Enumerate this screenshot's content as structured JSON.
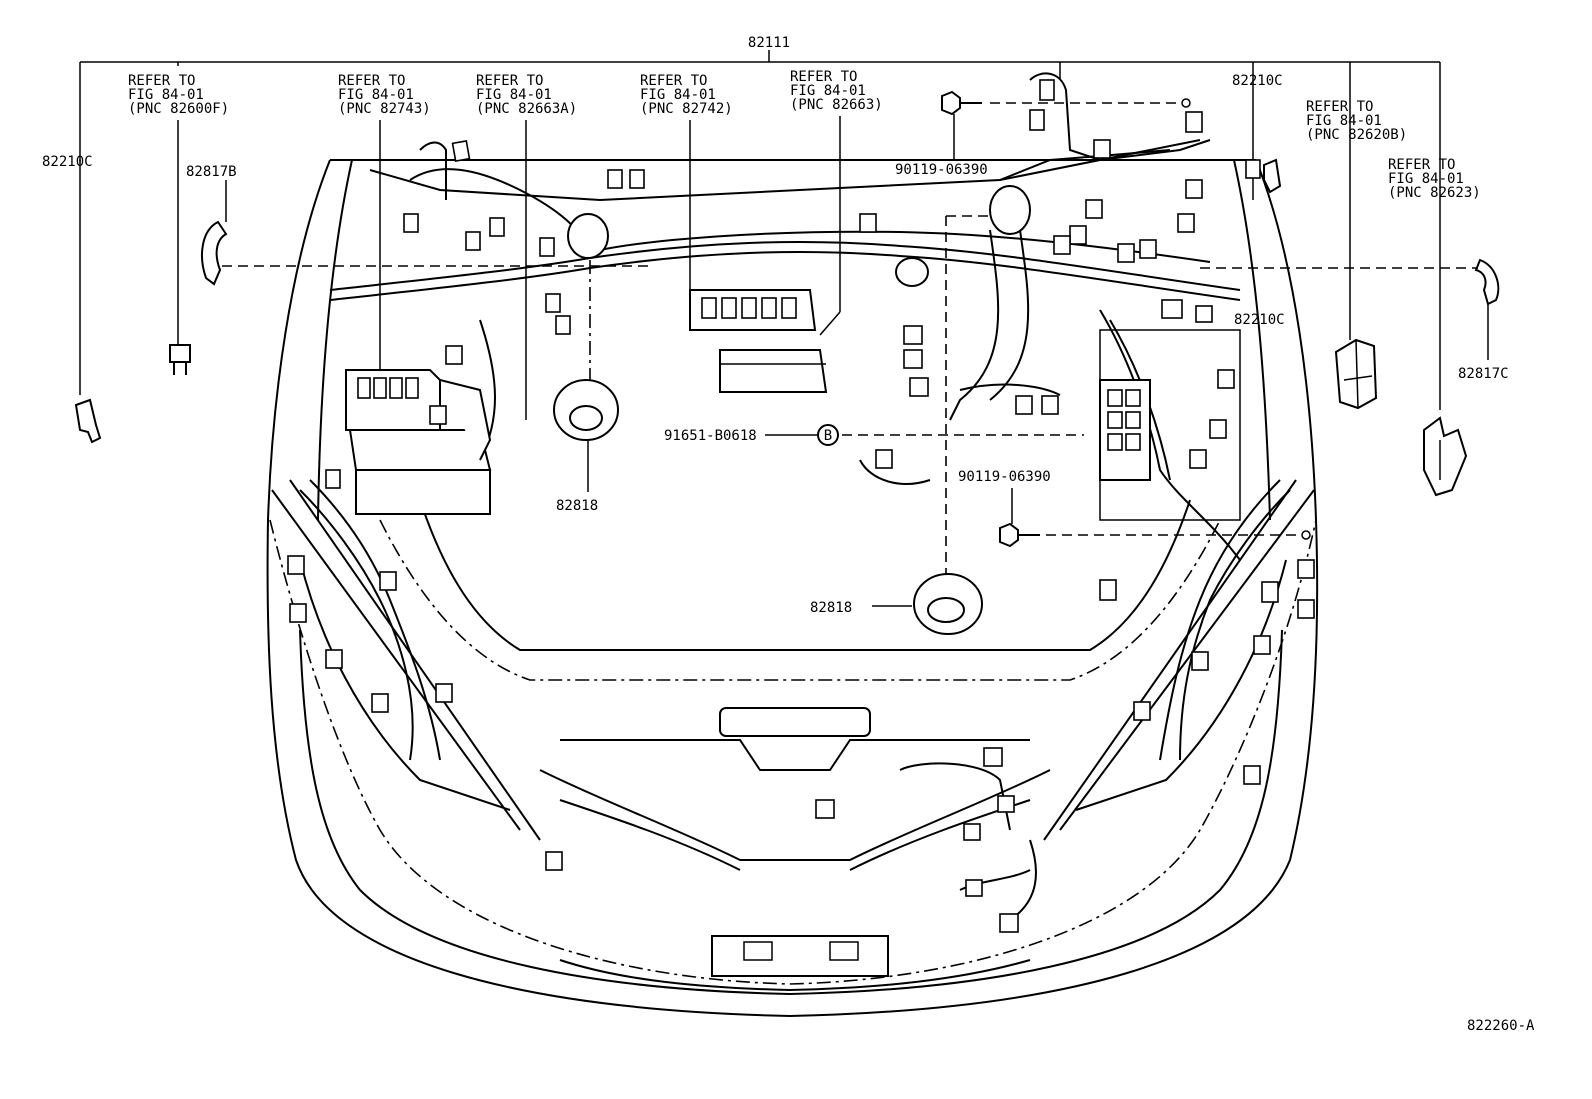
{
  "diagram_id": "822260-A",
  "main_part": "82111",
  "labels": {
    "c82210_left": "82210C",
    "c82210_right_top": "82210C",
    "c82210_right_mid": "82210C",
    "c82817B": "82817B",
    "c82817C": "82817C",
    "c82818_a": "82818",
    "c82818_b": "82818",
    "bolt_top": "90119-06390",
    "bolt_mid": "90119-06390",
    "nut_b": "91651-B0618",
    "ref_b_circle": "B"
  },
  "refer_notes": [
    {
      "line1": "REFER TO",
      "line2": "FIG 84-01",
      "line3": "(PNC 82600F)"
    },
    {
      "line1": "REFER TO",
      "line2": "FIG 84-01",
      "line3": "(PNC 82743)"
    },
    {
      "line1": "REFER TO",
      "line2": "FIG 84-01",
      "line3": "(PNC 82663A)"
    },
    {
      "line1": "REFER TO",
      "line2": "FIG 84-01",
      "line3": "(PNC 82742)"
    },
    {
      "line1": "REFER TO",
      "line2": "FIG 84-01",
      "line3": "(PNC 82663)"
    },
    {
      "line1": "REFER TO",
      "line2": "FIG 84-01",
      "line3": "(PNC 82620B)"
    },
    {
      "line1": "REFER TO",
      "line2": "FIG 84-01",
      "line3": "(PNC 82623)"
    }
  ]
}
